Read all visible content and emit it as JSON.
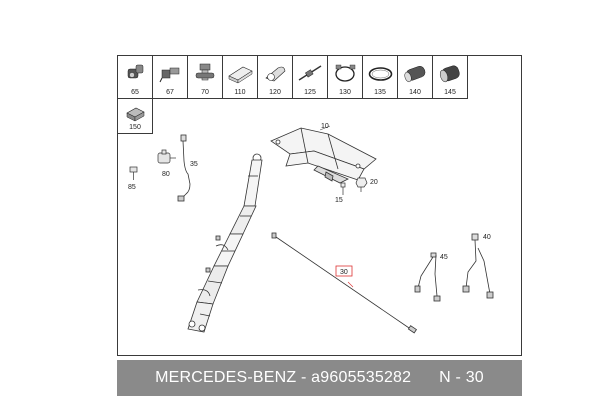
{
  "footer": {
    "brand": "MERCEDES-BENZ",
    "separator": " - ",
    "part_number": "a9605535282",
    "gap": "      ",
    "code": "N - 30"
  },
  "grid_parts": [
    {
      "num": "65",
      "icon": "elbow-connector-icon"
    },
    {
      "num": "67",
      "icon": "angled-fitting-icon"
    },
    {
      "num": "70",
      "icon": "tee-connector-icon"
    },
    {
      "num": "110",
      "icon": "foam-pad-icon"
    },
    {
      "num": "120",
      "icon": "cable-clip-icon"
    },
    {
      "num": "125",
      "icon": "cable-tie-icon"
    },
    {
      "num": "130",
      "icon": "hose-clamp-icon"
    },
    {
      "num": "135",
      "icon": "o-ring-icon"
    },
    {
      "num": "140",
      "icon": "sleeve-icon"
    },
    {
      "num": "145",
      "icon": "protective-sleeve-icon"
    }
  ],
  "grid_part_150": {
    "num": "150",
    "icon": "mounting-bracket-icon"
  },
  "callouts": {
    "c10": "10",
    "c15": "15",
    "c20": "20",
    "c35": "35",
    "c40": "40",
    "c45": "45",
    "c80": "80",
    "c85": "85",
    "c30": "30"
  },
  "colors": {
    "footer_bg": "#8a8a8a",
    "line": "#3a3a3a",
    "highlight": "#d33333"
  }
}
